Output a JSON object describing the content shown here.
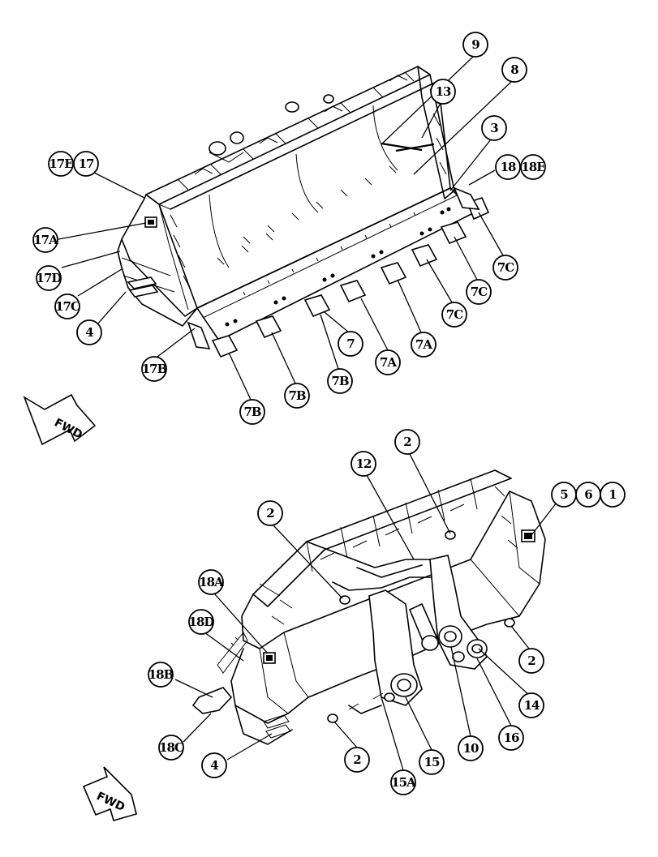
{
  "diagram": {
    "top_view": {
      "callouts": [
        "9",
        "13",
        "8",
        "3",
        "18",
        "18E",
        "17E",
        "17",
        "17A",
        "17D",
        "17C",
        "4",
        "7C",
        "7C",
        "7C",
        "7A",
        "7A",
        "7",
        "7B",
        "7B",
        "7B",
        "17B"
      ],
      "fwd_label": "FWD"
    },
    "bottom_view": {
      "callouts": [
        "2",
        "12",
        "2",
        "5",
        "6",
        "1",
        "18A",
        "18D",
        "18B",
        "18C",
        "4",
        "2",
        "15A",
        "15",
        "10",
        "16",
        "14",
        "2"
      ],
      "fwd_label": "FWD"
    }
  }
}
